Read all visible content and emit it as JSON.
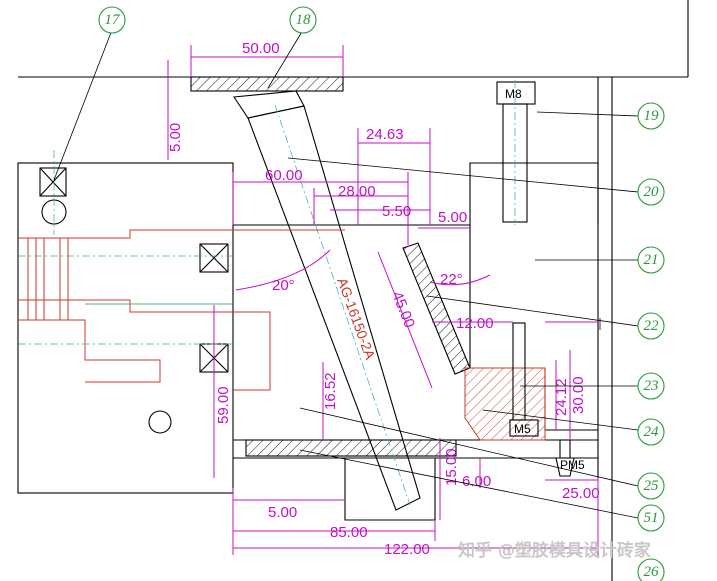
{
  "dimensions": {
    "plate_width": "50.00",
    "plate_height": "5.00",
    "top_offset": "24.63",
    "pin_span": "60.00",
    "pin_mid": "28.00",
    "pin_small": "5.50",
    "wedge_gap": "5.00",
    "angle_pin": "20°",
    "angle_wedge": "22°",
    "wedge_len": "45.00",
    "wedge_pad": "12.00",
    "slide_height": "59.00",
    "pin_rise": "16.52",
    "heel_height": "30.00",
    "heel_small": "24.12",
    "bottom_rise": "15.00",
    "bottom_small": "6.00",
    "right_offset": "25.00",
    "bottom_left": "5.00",
    "total_85": "85.00",
    "total_122": "122.00"
  },
  "part_labels": {
    "screw_m8": "M8",
    "screw_m5": "M5",
    "pin_m5": "PM5",
    "rod": "AG-16150-2A"
  },
  "balloons": [
    "17",
    "18",
    "19",
    "20",
    "21",
    "22",
    "23",
    "24",
    "25",
    "51",
    "26"
  ],
  "watermark": "知乎 @塑胶模具设计砖家",
  "colors": {
    "outline": "#000000",
    "dimension": "#c010c8",
    "balloon": "#2a9a3a",
    "hidden": "#c83a2a"
  }
}
